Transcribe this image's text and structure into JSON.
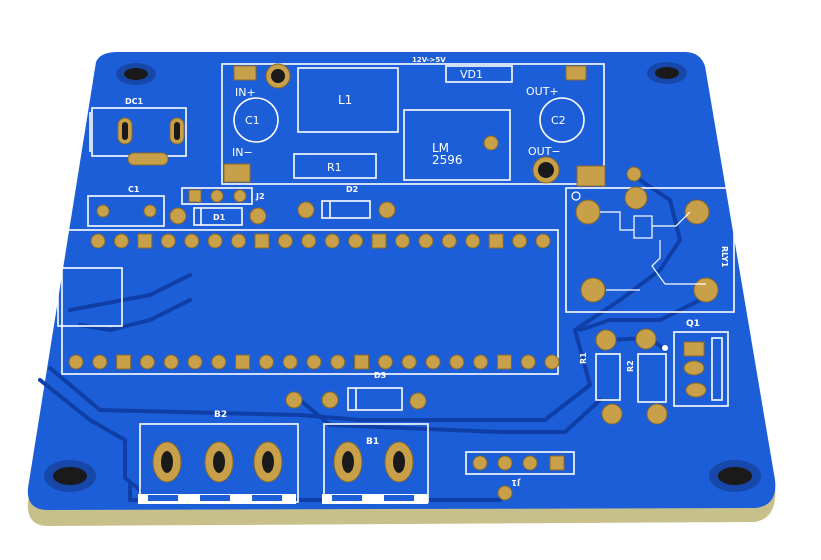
{
  "board": {
    "colors": {
      "solder_mask": "#1b5ed8",
      "edge": "#c8c08a",
      "silkscreen": "#ffffff",
      "pad": "#c9a04a"
    },
    "labels": {
      "dc1": "DC1",
      "c1_small": "C1",
      "j2": "J2",
      "d1": "D1",
      "d2": "D2",
      "d3": "D3",
      "b1": "B1",
      "b2": "B2",
      "j1": "J1",
      "rly1": "RLY1",
      "q1": "Q1",
      "r1_side": "R1",
      "r2_side": "R2"
    },
    "buck_module": {
      "title": "12V->5V",
      "vd1": "VD1",
      "in_plus": "IN+",
      "in_minus": "IN−",
      "out_plus": "OUT+",
      "out_minus": "OUT−",
      "c1": "C1",
      "c2": "C2",
      "l1": "L1",
      "r1": "R1",
      "lm_line1": "LM",
      "lm_line2": "2596"
    }
  }
}
